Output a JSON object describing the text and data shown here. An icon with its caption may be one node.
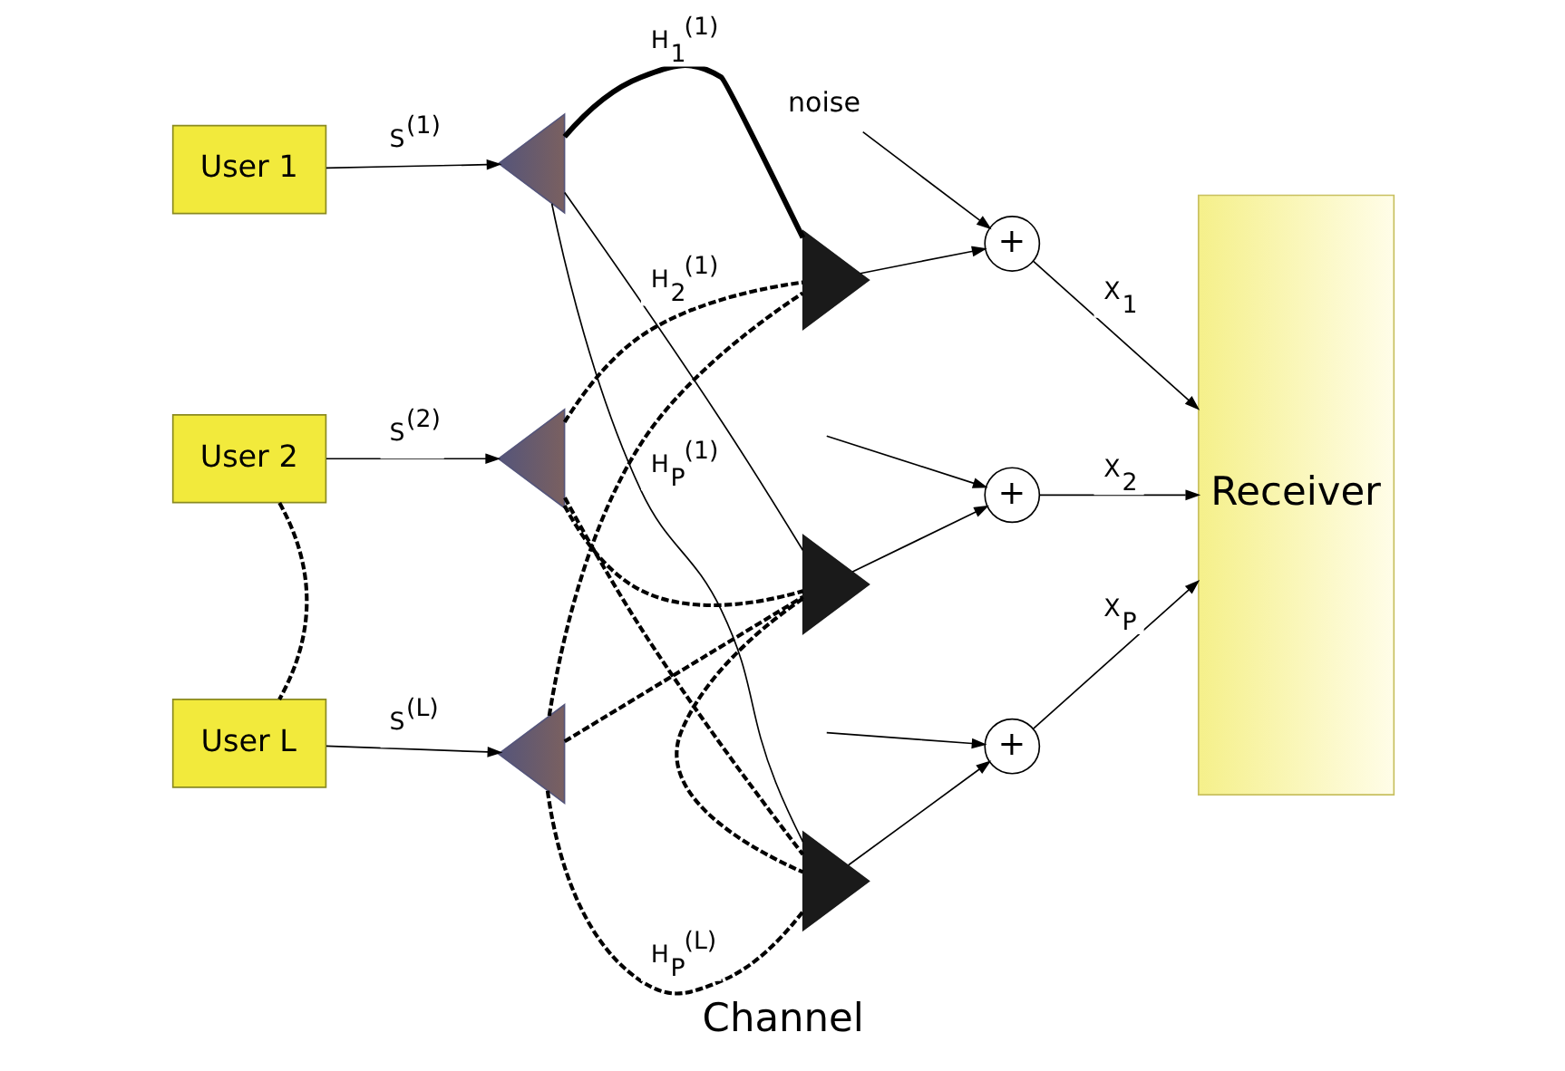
{
  "diagram": {
    "caption": "Channel",
    "nodes": [
      {
        "text": [
          "User 1"
        ]
      },
      {
        "text": [
          "User 2"
        ]
      },
      {
        "text": [
          "User L"
        ]
      },
      {
        "text": [],
        "shape": "triangle"
      },
      {
        "text": [],
        "shape": "triangle"
      },
      {
        "text": [],
        "shape": "triangle"
      },
      {
        "text": [],
        "shape": "triangle"
      },
      {
        "text": [],
        "shape": "triangle"
      },
      {
        "text": [],
        "shape": "triangle"
      },
      {
        "text": [
          "+"
        ]
      },
      {
        "text": [
          "+"
        ]
      },
      {
        "text": [
          "+"
        ]
      },
      {
        "text": [
          "Receiver"
        ]
      },
      {
        "text": [
          "noise"
        ]
      }
    ],
    "edges": [
      {
        "from": 0,
        "to": 3,
        "arrow": "to",
        "label": "S$^{(1)}$"
      },
      {
        "from": 1,
        "to": 4,
        "arrow": "to",
        "label": "S$^{(2)}$"
      },
      {
        "from": 2,
        "to": 5,
        "arrow": "to",
        "label": "S$^{(L)}$"
      },
      {
        "from": 3,
        "to": 6,
        "arrow": "none",
        "style": "thick",
        "label": "H$_{1}$$^{(1)}$"
      },
      {
        "from": 3,
        "to": 7,
        "arrow": "none",
        "label": "H$_{2}$$^{(1)}$"
      },
      {
        "from": 3,
        "to": 8,
        "arrow": "none",
        "label": "H$_{P}$$^{(1)}$"
      },
      {
        "from": 4,
        "to": 6,
        "arrow": "none",
        "style": "dashed"
      },
      {
        "from": 4,
        "to": 7,
        "arrow": "none",
        "style": "dashed"
      },
      {
        "from": 4,
        "to": 8,
        "arrow": "none",
        "style": "dashed"
      },
      {
        "from": 5,
        "to": 6,
        "arrow": "none",
        "style": "dashed"
      },
      {
        "from": 5,
        "to": 7,
        "arrow": "none",
        "style": "dashed"
      },
      {
        "from": 5,
        "to": 8,
        "arrow": "none",
        "style": "dashed",
        "label": "H$_{P}$$^{(L)}$"
      },
      {
        "from": 6,
        "to": 9,
        "arrow": "to"
      },
      {
        "from": 7,
        "to": 10,
        "arrow": "to"
      },
      {
        "from": 8,
        "to": 11,
        "arrow": "to"
      },
      {
        "from": 9,
        "to": 12,
        "arrow": "to",
        "label": "X$_{1}$"
      },
      {
        "from": 10,
        "to": 12,
        "arrow": "to",
        "label": "X$_{2}$"
      },
      {
        "from": 11,
        "to": 12,
        "arrow": "to",
        "label": "X$_{P}$"
      },
      {
        "from": 13,
        "to": 9,
        "arrow": "to"
      },
      {
        "from": null,
        "to": 10,
        "arrow": "to"
      },
      {
        "from": null,
        "to": 11,
        "arrow": "to"
      },
      {
        "from": 1,
        "to": 2,
        "arrow": "none",
        "style": "dashed"
      },
      {
        "from": 7,
        "to": 8,
        "arrow": "none",
        "style": "dashed"
      }
    ]
  }
}
